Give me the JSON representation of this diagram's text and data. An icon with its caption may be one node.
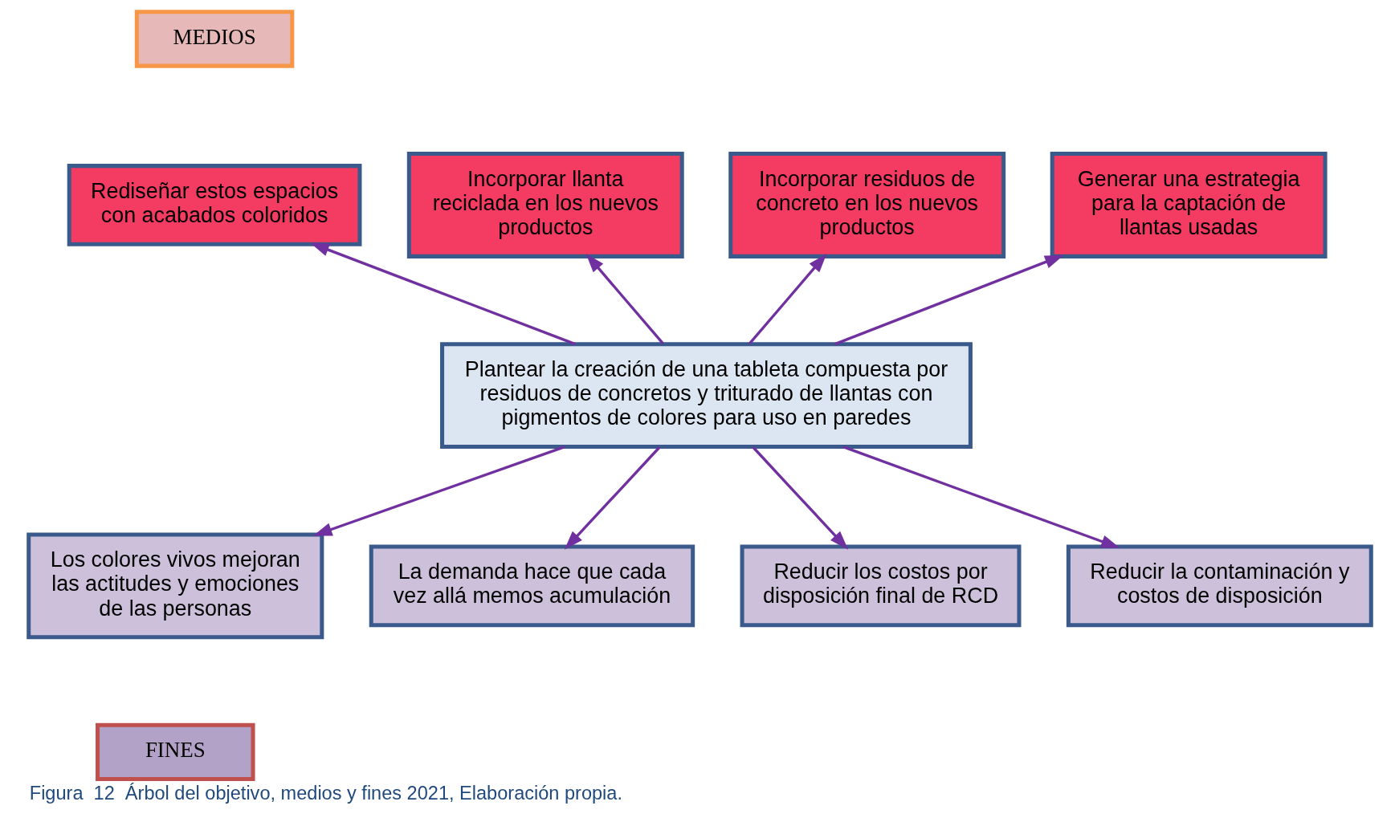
{
  "diagram": {
    "caption": "Figura  12  Árbol del objetivo, medios y fines 2021, Elaboración propia.",
    "nodes": [
      {
        "text": [
          "MEDIOS"
        ]
      },
      {
        "text": [
          "Rediseñar estos espacios con acabados coloridos"
        ]
      },
      {
        "text": [
          "Incorporar llanta reciclada en los nuevos productos"
        ]
      },
      {
        "text": [
          "Incorporar residuos de concreto en los nuevos productos"
        ]
      },
      {
        "text": [
          "Generar una estrategia para la captación de llantas usadas"
        ]
      },
      {
        "text": [
          "Plantear la creación de una tableta compuesta por residuos de concretos y triturado de llantas con pigmentos de colores para uso en paredes"
        ]
      },
      {
        "text": [
          "Los colores vivos mejoran las actitudes y emociones de las personas"
        ]
      },
      {
        "text": [
          "La demanda hace que cada vez allá memos acumulación"
        ]
      },
      {
        "text": [
          "Reducir los costos por disposición final de RCD"
        ]
      },
      {
        "text": [
          "Reducir la contaminación y costos de disposición"
        ]
      },
      {
        "text": [
          "FINES"
        ]
      }
    ],
    "edges": [
      {
        "from": 5,
        "to": 1,
        "arrow": "to"
      },
      {
        "from": 5,
        "to": 2,
        "arrow": "to"
      },
      {
        "from": 5,
        "to": 3,
        "arrow": "to"
      },
      {
        "from": 5,
        "to": 4,
        "arrow": "to"
      },
      {
        "from": 5,
        "to": 6,
        "arrow": "to"
      },
      {
        "from": 5,
        "to": 7,
        "arrow": "to"
      },
      {
        "from": 5,
        "to": 8,
        "arrow": "to"
      },
      {
        "from": 5,
        "to": 9,
        "arrow": "to"
      }
    ]
  }
}
